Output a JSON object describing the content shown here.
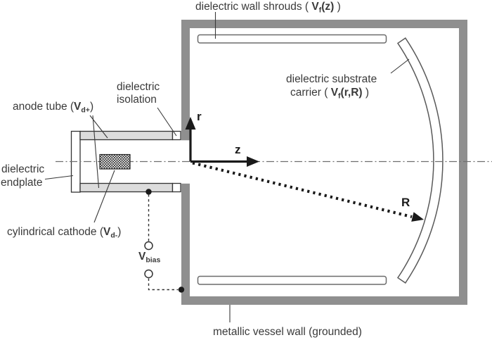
{
  "colors": {
    "vessel_wall": "#8f8f8f",
    "electrode_fill": "#dcdcdc",
    "outline": "#3f3f3f",
    "shroud_stroke": "#6b6b6b",
    "text": "#3a3a3a",
    "ink": "#1a1a1a"
  },
  "labels": {
    "wall_shrouds": {
      "pre": "dielectric wall shrouds ( ",
      "v": "V",
      "sub": "f",
      "fn": "(z)",
      "close": " )"
    },
    "substrate_carrier": {
      "line1": "dielectric substrate",
      "line2_pre": "carrier ( ",
      "v": "V",
      "sub": "f",
      "fn": "(r,R)",
      "close": " )"
    },
    "anode_tube": {
      "pre": "anode tube (",
      "v": "V",
      "sub": "d+",
      "close": ")"
    },
    "dielectric_isolation": {
      "line1": "dielectric",
      "line2": "isolation"
    },
    "dielectric_endplate": {
      "line1": "dielectric",
      "line2": "endplate"
    },
    "cathode": {
      "pre": "cylindrical cathode (",
      "v": "V",
      "sub": "d-",
      "close": ")"
    },
    "v_bias": {
      "v": "V",
      "sub": "bias"
    },
    "vessel_wall": "metallic vessel wall (grounded)",
    "axis_r": "r",
    "axis_z": "z",
    "axis_R": "R"
  }
}
